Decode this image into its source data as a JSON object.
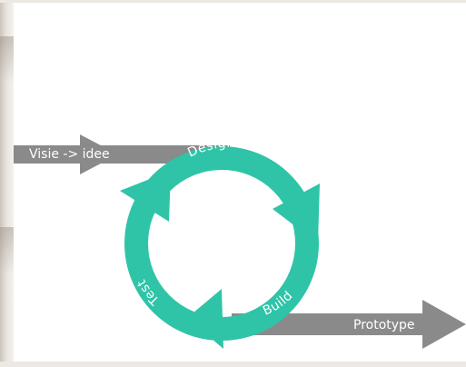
{
  "diagram": {
    "input_label": "Visie -> idee",
    "output_label": "Prototype",
    "cycle_steps": [
      "Design",
      "Build",
      "Test"
    ]
  },
  "colors": {
    "arrow_gray": "#8a8a8a",
    "cycle_teal": "#2fc4a8",
    "label_white": "#ffffff"
  }
}
